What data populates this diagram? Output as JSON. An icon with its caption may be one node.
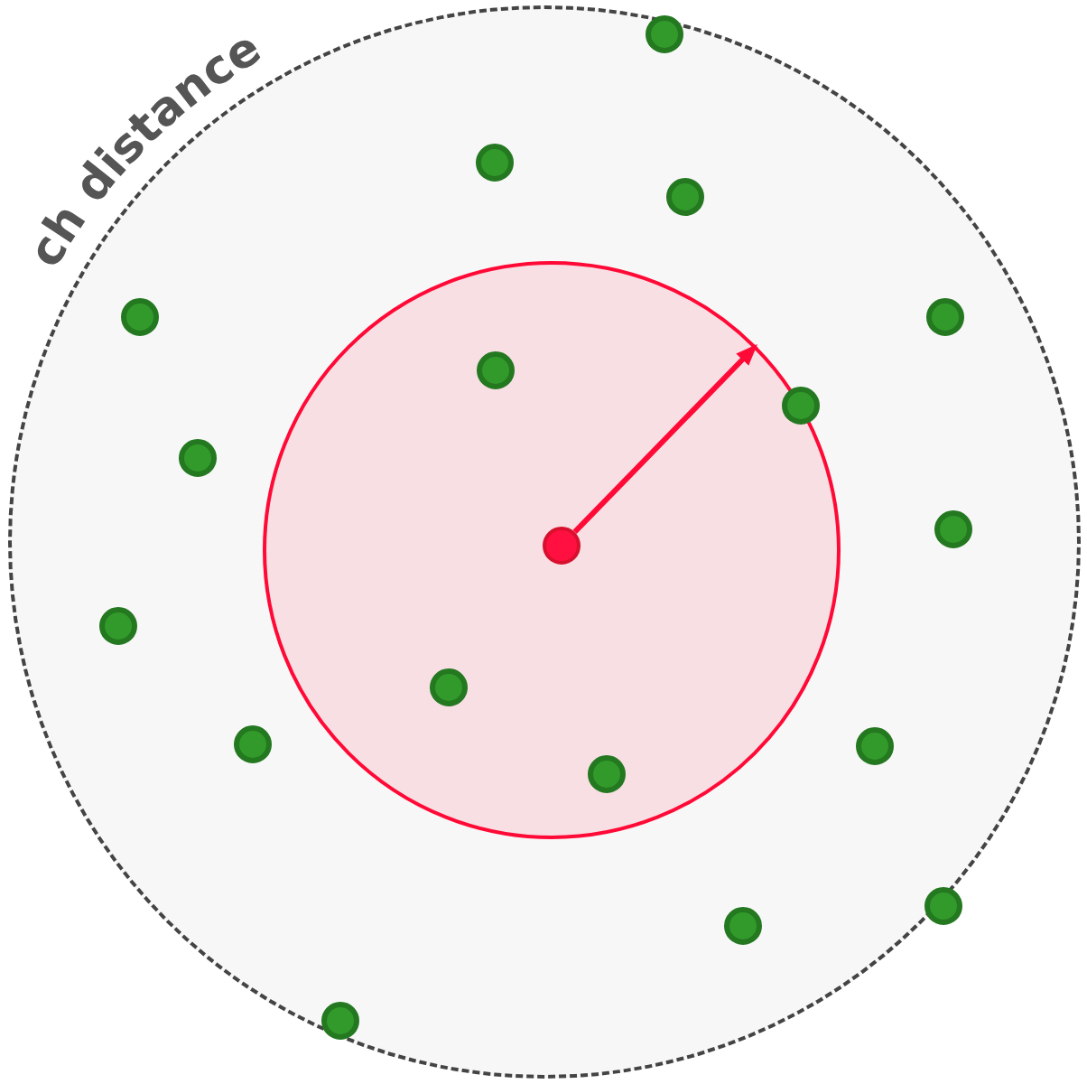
{
  "diagram": {
    "nodes": [
      {
        "text": [],
        "shape": "circle"
      },
      {
        "text": [],
        "shape": "circle",
        "in": 0
      },
      {
        "text": [],
        "shape": "circle",
        "in": 1
      }
    ],
    "edges": [
      {
        "from": 2,
        "to": 1,
        "arrow": "to"
      }
    ],
    "labels": [
      "ch distance"
    ]
  }
}
